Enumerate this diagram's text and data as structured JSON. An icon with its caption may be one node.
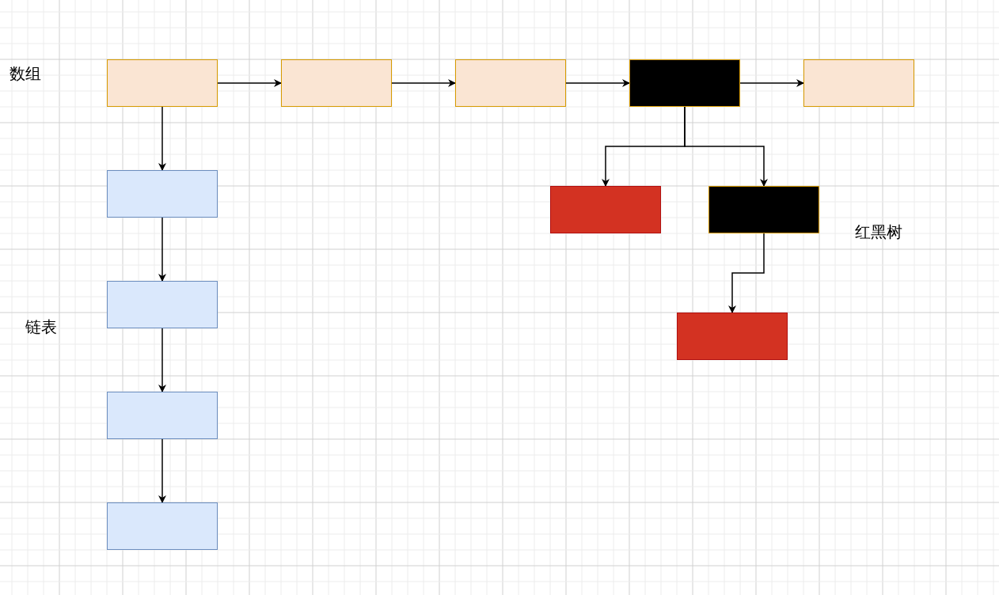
{
  "diagram": {
    "nodes": [
      {
        "text": [],
        "shape": "box"
      },
      {
        "text": [],
        "shape": "box"
      },
      {
        "text": [],
        "shape": "box"
      },
      {
        "text": [],
        "shape": "box"
      },
      {
        "text": [],
        "shape": "box"
      },
      {
        "text": [],
        "shape": "box"
      },
      {
        "text": [],
        "shape": "box"
      },
      {
        "text": [],
        "shape": "box"
      },
      {
        "text": [],
        "shape": "box"
      },
      {
        "text": [],
        "shape": "box"
      },
      {
        "text": [],
        "shape": "box"
      },
      {
        "text": [],
        "shape": "box"
      }
    ],
    "edges": [
      {
        "from": 0,
        "to": 1,
        "arrow": "to"
      },
      {
        "from": 1,
        "to": 2,
        "arrow": "to"
      },
      {
        "from": 2,
        "to": 3,
        "arrow": "to"
      },
      {
        "from": 3,
        "to": 4,
        "arrow": "to"
      },
      {
        "from": 0,
        "to": 5,
        "arrow": "to"
      },
      {
        "from": 5,
        "to": 6,
        "arrow": "to"
      },
      {
        "from": 6,
        "to": 7,
        "arrow": "to"
      },
      {
        "from": 7,
        "to": 8,
        "arrow": "to"
      },
      {
        "from": 3,
        "to": 9,
        "arrow": "to"
      },
      {
        "from": 3,
        "to": 10,
        "arrow": "to"
      },
      {
        "from": 10,
        "to": 11,
        "arrow": "to"
      }
    ],
    "labels": [
      "数组",
      "链表",
      "红黑树"
    ]
  }
}
